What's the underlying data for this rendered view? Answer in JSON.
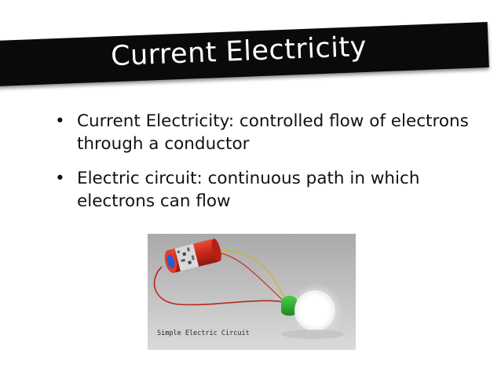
{
  "slide": {
    "title": "Current Electricity",
    "bullets": [
      {
        "symbol": "•",
        "text": "Current Electricity:  controlled flow of electrons through a conductor"
      },
      {
        "symbol": "•",
        "text": "Electric circuit:  continuous path in which electrons can flow"
      }
    ],
    "figure": {
      "caption": "Simple Electric Circuit"
    }
  },
  "colors": {
    "title_banner": "#0a0a0a",
    "title_text": "#ffffff",
    "body_text": "#111111",
    "battery": "#d42a1c",
    "battery_cap": "#2a5bd0",
    "bulb_base": "#2fae2f",
    "wire_red": "#c0301e",
    "wire_yellow": "#c9b43a"
  }
}
